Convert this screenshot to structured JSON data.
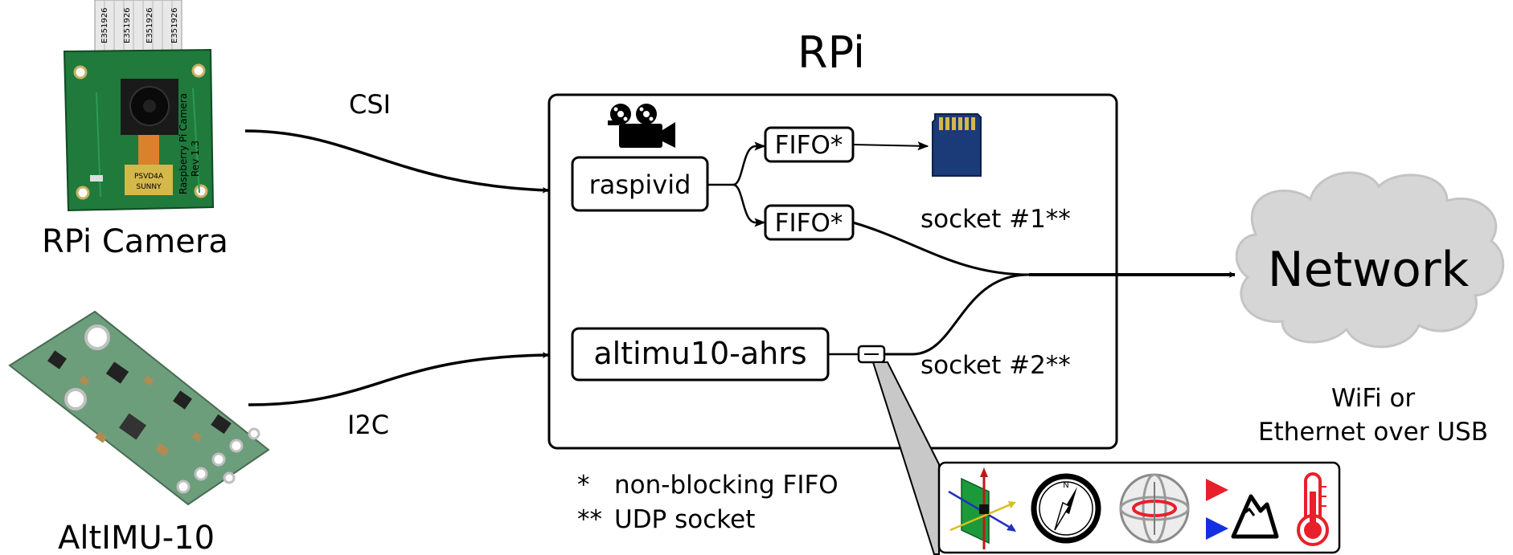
{
  "rpi": {
    "title": "RPi"
  },
  "camera": {
    "label": "RPi Camera",
    "cable_text": "E351926",
    "board_text_1": "Raspberry Pi Camera",
    "board_text_2": "Rev 1.3",
    "sensor_text_1": "PSVD4A",
    "sensor_text_2": "SUNNY"
  },
  "imu": {
    "label": "AltIMU-10"
  },
  "links": {
    "csi": "CSI",
    "i2c": "I2C"
  },
  "processes": {
    "raspivid": "raspivid",
    "altimu": "altimu10-ahrs",
    "fifo_1": "FIFO*",
    "fifo_2": "FIFO*"
  },
  "sockets": {
    "socket_1": "socket #1**",
    "socket_2": "socket #2**"
  },
  "network": {
    "label": "Network",
    "transport_line_1": "WiFi or",
    "transport_line_2": "Ethernet over USB"
  },
  "legend": {
    "star_1_symbol": "*",
    "star_1_text": "non-blocking FIFO",
    "star_2_symbol": "**",
    "star_2_text": "UDP socket"
  },
  "colors": {
    "pcb_green": "#1f7a3c",
    "imu_green": "#6c9e7c",
    "sd_blue": "#1b3a78",
    "cloud_grey": "#d6d6d6",
    "red": "#e8202a",
    "blue": "#1330e0"
  },
  "icons": [
    "movie-camera-icon",
    "sd-card-icon",
    "axes-orientation-icon",
    "compass-icon",
    "gyroscope-icon",
    "pressure-altitude-icon",
    "thermometer-icon"
  ]
}
